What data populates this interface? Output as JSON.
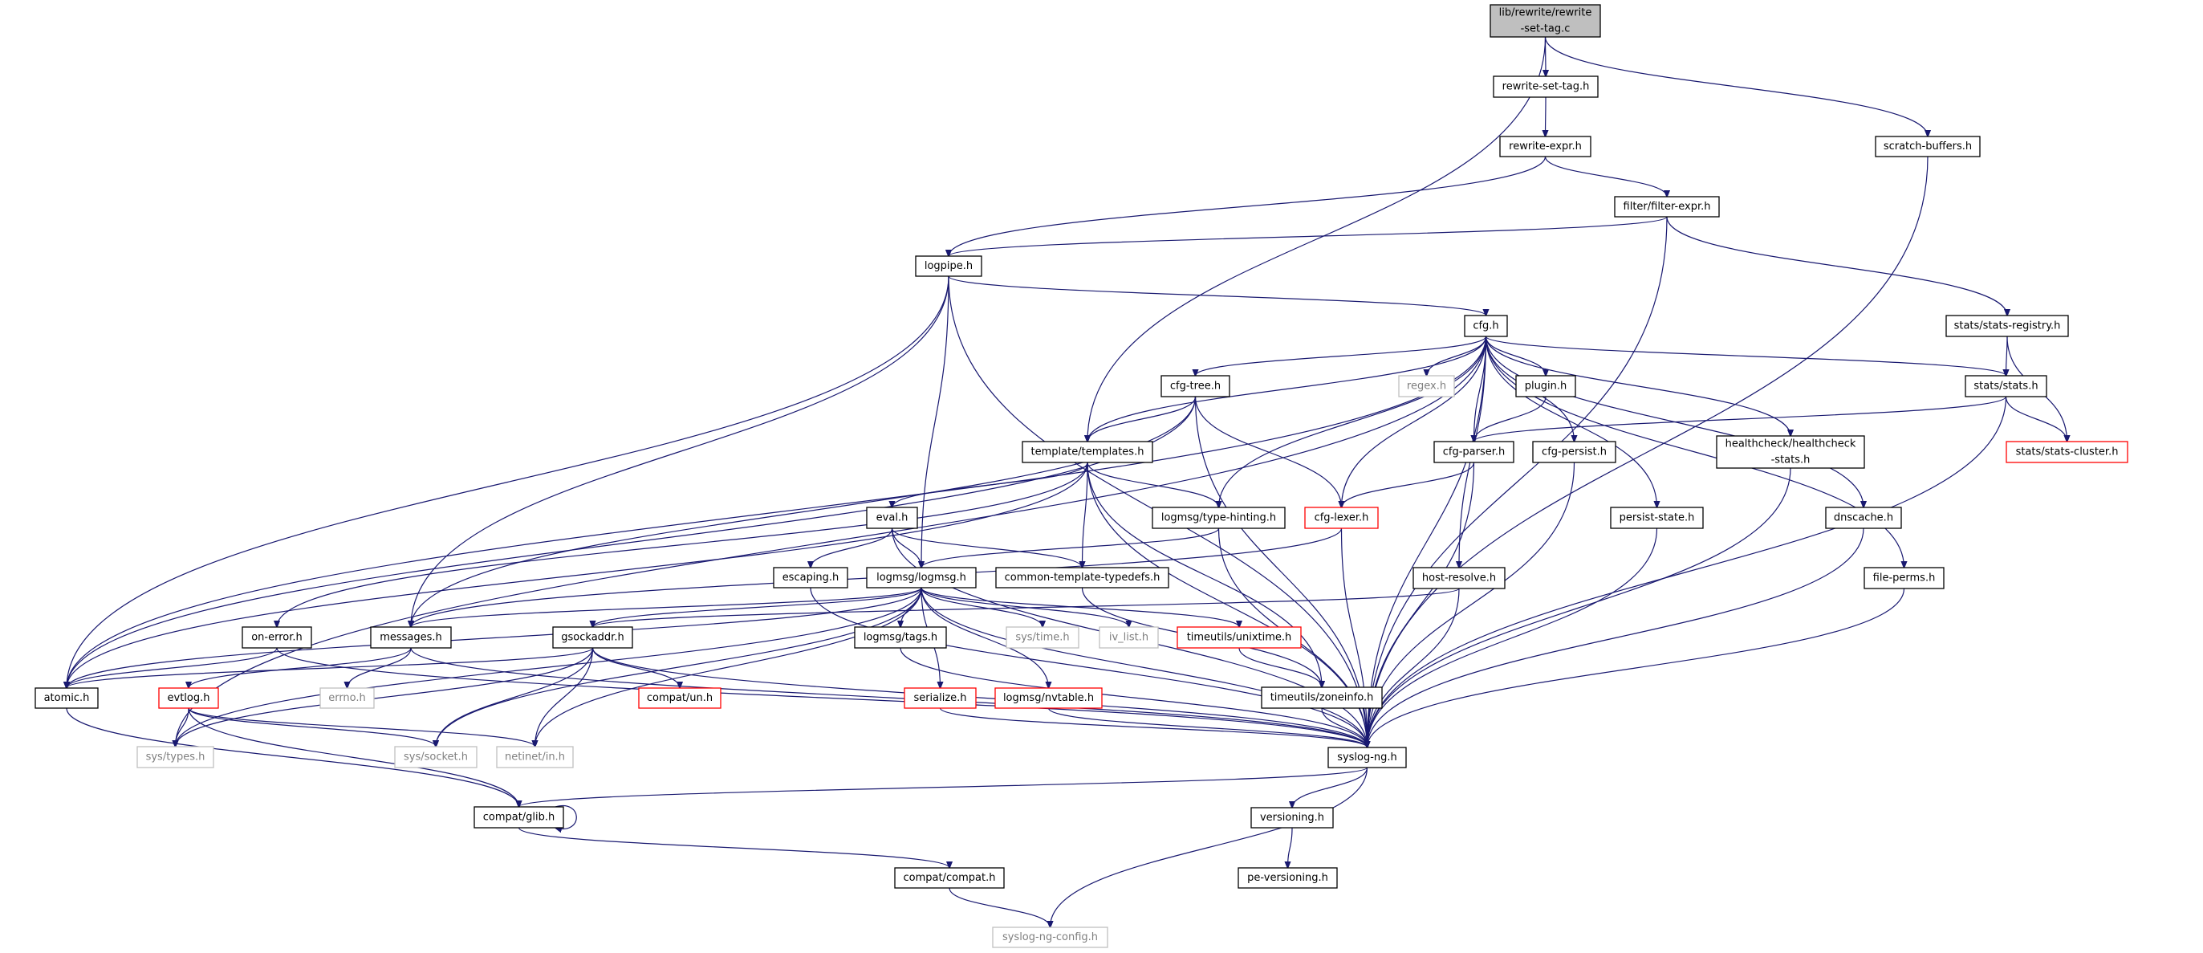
{
  "graph": {
    "colors": {
      "edge": "#191970",
      "node_border": "#000000",
      "root_fill": "#bfbfbf",
      "missing_border": "#bfbfbf",
      "missing_text": "#7f7f7f",
      "truncated_border": "#ff0000"
    },
    "nodes": [
      {
        "id": "root",
        "lines": [
          "lib/rewrite/rewrite",
          "-set-tag.c"
        ],
        "style": "root"
      },
      {
        "id": "rst_h",
        "lines": [
          "rewrite-set-tag.h"
        ],
        "style": "normal"
      },
      {
        "id": "rexpr",
        "lines": [
          "rewrite-expr.h"
        ],
        "style": "normal"
      },
      {
        "id": "scratch",
        "lines": [
          "scratch-buffers.h"
        ],
        "style": "normal"
      },
      {
        "id": "fexpr",
        "lines": [
          "filter/filter-expr.h"
        ],
        "style": "normal"
      },
      {
        "id": "logpipe",
        "lines": [
          "logpipe.h"
        ],
        "style": "normal"
      },
      {
        "id": "cfg",
        "lines": [
          "cfg.h"
        ],
        "style": "normal"
      },
      {
        "id": "sreg",
        "lines": [
          "stats/stats-registry.h"
        ],
        "style": "normal"
      },
      {
        "id": "cfgtree",
        "lines": [
          "cfg-tree.h"
        ],
        "style": "normal"
      },
      {
        "id": "regex",
        "lines": [
          "regex.h"
        ],
        "style": "missing"
      },
      {
        "id": "plugin",
        "lines": [
          "plugin.h"
        ],
        "style": "normal"
      },
      {
        "id": "stats",
        "lines": [
          "stats/stats.h"
        ],
        "style": "normal"
      },
      {
        "id": "templates",
        "lines": [
          "template/templates.h"
        ],
        "style": "normal"
      },
      {
        "id": "cfgparser",
        "lines": [
          "cfg-parser.h"
        ],
        "style": "normal"
      },
      {
        "id": "cfgpersist",
        "lines": [
          "cfg-persist.h"
        ],
        "style": "normal"
      },
      {
        "id": "health",
        "lines": [
          "healthcheck/healthcheck",
          "-stats.h"
        ],
        "style": "normal"
      },
      {
        "id": "scluster",
        "lines": [
          "stats/stats-cluster.h"
        ],
        "style": "truncated"
      },
      {
        "id": "eval",
        "lines": [
          "eval.h"
        ],
        "style": "normal"
      },
      {
        "id": "typehint",
        "lines": [
          "logmsg/type-hinting.h"
        ],
        "style": "normal"
      },
      {
        "id": "cfglexer",
        "lines": [
          "cfg-lexer.h"
        ],
        "style": "truncated"
      },
      {
        "id": "persist",
        "lines": [
          "persist-state.h"
        ],
        "style": "normal"
      },
      {
        "id": "dnscache",
        "lines": [
          "dnscache.h"
        ],
        "style": "normal"
      },
      {
        "id": "escaping",
        "lines": [
          "escaping.h"
        ],
        "style": "normal"
      },
      {
        "id": "logmsg",
        "lines": [
          "logmsg/logmsg.h"
        ],
        "style": "normal"
      },
      {
        "id": "ctt",
        "lines": [
          "common-template-typedefs.h"
        ],
        "style": "normal"
      },
      {
        "id": "hostres",
        "lines": [
          "host-resolve.h"
        ],
        "style": "normal"
      },
      {
        "id": "fileperms",
        "lines": [
          "file-perms.h"
        ],
        "style": "normal"
      },
      {
        "id": "onerror",
        "lines": [
          "on-error.h"
        ],
        "style": "normal"
      },
      {
        "id": "messages",
        "lines": [
          "messages.h"
        ],
        "style": "normal"
      },
      {
        "id": "gsockaddr",
        "lines": [
          "gsockaddr.h"
        ],
        "style": "normal"
      },
      {
        "id": "tags",
        "lines": [
          "logmsg/tags.h"
        ],
        "style": "normal"
      },
      {
        "id": "systime",
        "lines": [
          "sys/time.h"
        ],
        "style": "missing"
      },
      {
        "id": "ivlist",
        "lines": [
          "iv_list.h"
        ],
        "style": "missing"
      },
      {
        "id": "unixtime",
        "lines": [
          "timeutils/unixtime.h"
        ],
        "style": "truncated"
      },
      {
        "id": "atomic",
        "lines": [
          "atomic.h"
        ],
        "style": "normal"
      },
      {
        "id": "evtlog",
        "lines": [
          "evtlog.h"
        ],
        "style": "truncated"
      },
      {
        "id": "errno",
        "lines": [
          "errno.h"
        ],
        "style": "missing"
      },
      {
        "id": "compatun",
        "lines": [
          "compat/un.h"
        ],
        "style": "truncated"
      },
      {
        "id": "serialize",
        "lines": [
          "serialize.h"
        ],
        "style": "truncated"
      },
      {
        "id": "nvtable",
        "lines": [
          "logmsg/nvtable.h"
        ],
        "style": "truncated"
      },
      {
        "id": "zoneinfo",
        "lines": [
          "timeutils/zoneinfo.h"
        ],
        "style": "normal"
      },
      {
        "id": "systypes",
        "lines": [
          "sys/types.h"
        ],
        "style": "missing"
      },
      {
        "id": "syssocket",
        "lines": [
          "sys/socket.h"
        ],
        "style": "missing"
      },
      {
        "id": "netinet",
        "lines": [
          "netinet/in.h"
        ],
        "style": "missing"
      },
      {
        "id": "syslogng",
        "lines": [
          "syslog-ng.h"
        ],
        "style": "normal"
      },
      {
        "id": "glib",
        "lines": [
          "compat/glib.h"
        ],
        "style": "normal"
      },
      {
        "id": "versioning",
        "lines": [
          "versioning.h"
        ],
        "style": "normal"
      },
      {
        "id": "compat",
        "lines": [
          "compat/compat.h"
        ],
        "style": "normal"
      },
      {
        "id": "pever",
        "lines": [
          "pe-versioning.h"
        ],
        "style": "normal"
      },
      {
        "id": "config",
        "lines": [
          "syslog-ng-config.h"
        ],
        "style": "missing"
      }
    ],
    "edges": [
      [
        "root",
        "rst_h"
      ],
      [
        "root",
        "scratch"
      ],
      [
        "root",
        "templates"
      ],
      [
        "rst_h",
        "rexpr"
      ],
      [
        "rexpr",
        "logpipe"
      ],
      [
        "rexpr",
        "fexpr"
      ],
      [
        "scratch",
        "syslogng"
      ],
      [
        "fexpr",
        "logpipe"
      ],
      [
        "fexpr",
        "sreg"
      ],
      [
        "fexpr",
        "syslogng"
      ],
      [
        "logpipe",
        "cfg"
      ],
      [
        "logpipe",
        "atomic"
      ],
      [
        "logpipe",
        "messages"
      ],
      [
        "logpipe",
        "logmsg"
      ],
      [
        "logpipe",
        "syslogng"
      ],
      [
        "cfg",
        "cfgtree"
      ],
      [
        "cfg",
        "regex"
      ],
      [
        "cfg",
        "plugin"
      ],
      [
        "cfg",
        "stats"
      ],
      [
        "cfg",
        "templates"
      ],
      [
        "cfg",
        "cfgparser"
      ],
      [
        "cfg",
        "cfgpersist"
      ],
      [
        "cfg",
        "health"
      ],
      [
        "cfg",
        "cfglexer"
      ],
      [
        "cfg",
        "typehint"
      ],
      [
        "cfg",
        "persist"
      ],
      [
        "cfg",
        "dnscache"
      ],
      [
        "cfg",
        "hostres"
      ],
      [
        "cfg",
        "fileperms"
      ],
      [
        "cfg",
        "syslogng"
      ],
      [
        "cfg",
        "atomic"
      ],
      [
        "cfg",
        "systypes"
      ],
      [
        "sreg",
        "stats"
      ],
      [
        "sreg",
        "scluster"
      ],
      [
        "stats",
        "scluster"
      ],
      [
        "stats",
        "cfgparser"
      ],
      [
        "stats",
        "syslogng"
      ],
      [
        "cfgtree",
        "templates"
      ],
      [
        "cfgtree",
        "cfglexer"
      ],
      [
        "cfgtree",
        "messages"
      ],
      [
        "cfgtree",
        "atomic"
      ],
      [
        "cfgtree",
        "syslogng"
      ],
      [
        "plugin",
        "cfgparser"
      ],
      [
        "cfgparser",
        "cfglexer"
      ],
      [
        "cfgparser",
        "syslogng"
      ],
      [
        "cfgpersist",
        "syslogng"
      ],
      [
        "health",
        "syslogng"
      ],
      [
        "templates",
        "eval"
      ],
      [
        "templates",
        "typehint"
      ],
      [
        "templates",
        "ctt"
      ],
      [
        "templates",
        "zoneinfo"
      ],
      [
        "templates",
        "syslogng"
      ],
      [
        "templates",
        "atomic"
      ],
      [
        "templates",
        "onerror"
      ],
      [
        "cfglexer",
        "messages"
      ],
      [
        "cfglexer",
        "syslogng"
      ],
      [
        "typehint",
        "logmsg"
      ],
      [
        "typehint",
        "syslogng"
      ],
      [
        "eval",
        "escaping"
      ],
      [
        "eval",
        "logmsg"
      ],
      [
        "eval",
        "ctt"
      ],
      [
        "eval",
        "syslogng"
      ],
      [
        "persist",
        "syslogng"
      ],
      [
        "dnscache",
        "syslogng"
      ],
      [
        "hostres",
        "gsockaddr"
      ],
      [
        "hostres",
        "syslogng"
      ],
      [
        "fileperms",
        "syslogng"
      ],
      [
        "escaping",
        "syslogng"
      ],
      [
        "logmsg",
        "messages"
      ],
      [
        "logmsg",
        "gsockaddr"
      ],
      [
        "logmsg",
        "tags"
      ],
      [
        "logmsg",
        "systime"
      ],
      [
        "logmsg",
        "ivlist"
      ],
      [
        "logmsg",
        "unixtime"
      ],
      [
        "logmsg",
        "serialize"
      ],
      [
        "logmsg",
        "nvtable"
      ],
      [
        "logmsg",
        "atomic"
      ],
      [
        "logmsg",
        "systypes"
      ],
      [
        "logmsg",
        "syssocket"
      ],
      [
        "logmsg",
        "netinet"
      ],
      [
        "logmsg",
        "syslogng"
      ],
      [
        "ctt",
        "zoneinfo"
      ],
      [
        "onerror",
        "atomic"
      ],
      [
        "onerror",
        "syslogng"
      ],
      [
        "messages",
        "evtlog"
      ],
      [
        "messages",
        "errno"
      ],
      [
        "messages",
        "syslogng"
      ],
      [
        "gsockaddr",
        "atomic"
      ],
      [
        "gsockaddr",
        "compatun"
      ],
      [
        "gsockaddr",
        "systypes"
      ],
      [
        "gsockaddr",
        "syssocket"
      ],
      [
        "gsockaddr",
        "netinet"
      ],
      [
        "gsockaddr",
        "syslogng"
      ],
      [
        "tags",
        "syslogng"
      ],
      [
        "unixtime",
        "zoneinfo"
      ],
      [
        "zoneinfo",
        "syslogng"
      ],
      [
        "serialize",
        "syslogng"
      ],
      [
        "nvtable",
        "syslogng"
      ],
      [
        "atomic",
        "glib"
      ],
      [
        "evtlog",
        "systypes"
      ],
      [
        "evtlog",
        "syssocket"
      ],
      [
        "evtlog",
        "netinet"
      ],
      [
        "evtlog",
        "glib"
      ],
      [
        "syslogng",
        "glib"
      ],
      [
        "syslogng",
        "versioning"
      ],
      [
        "syslogng",
        "config"
      ],
      [
        "versioning",
        "pever"
      ],
      [
        "glib",
        "glib"
      ],
      [
        "glib",
        "compat"
      ],
      [
        "compat",
        "config"
      ]
    ]
  }
}
